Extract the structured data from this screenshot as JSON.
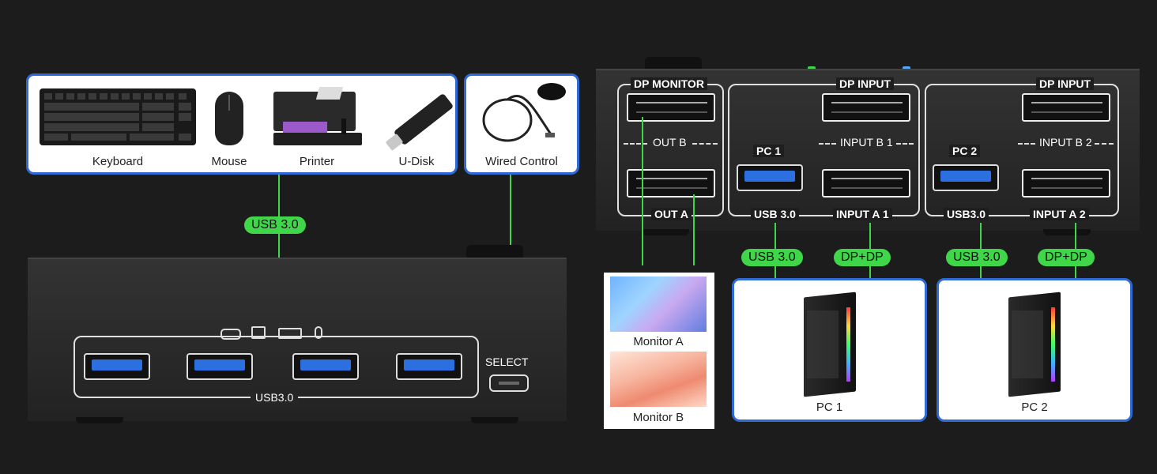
{
  "peripherals": {
    "keyboard": "Keyboard",
    "mouse": "Mouse",
    "printer": "Printer",
    "udisk": "U-Disk",
    "wired_control": "Wired Control"
  },
  "left_switch": {
    "usb_pill": "USB 3.0",
    "usb_frame_label": "USB3.0",
    "select_label": "SELECT"
  },
  "back_panel": {
    "dp_monitor": "DP MONITOR",
    "out_b": "OUT B",
    "out_a": "OUT A",
    "dp_input_1": "DP INPUT",
    "input_b1": "INPUT B 1",
    "pc1": "PC 1",
    "usb30_1": "USB 3.0",
    "input_a1": "INPUT A 1",
    "dp_input_2": "DP INPUT",
    "input_b2": "INPUT B 2",
    "pc2": "PC 2",
    "usb30_2": "USB3.0",
    "input_a2": "INPUT A 2"
  },
  "pills": {
    "pc1_usb": "USB 3.0",
    "pc1_dp": "DP+DP",
    "pc2_usb": "USB 3.0",
    "pc2_dp": "DP+DP"
  },
  "monitors": {
    "a": "Monitor A",
    "b": "Monitor B"
  },
  "computers": {
    "pc1": "PC 1",
    "pc2": "PC 2"
  },
  "colors": {
    "accent_green": "#3fd64a",
    "card_border": "#2f6bd6",
    "usb_blue": "#2b6fe0",
    "background": "#1c1c1c"
  }
}
